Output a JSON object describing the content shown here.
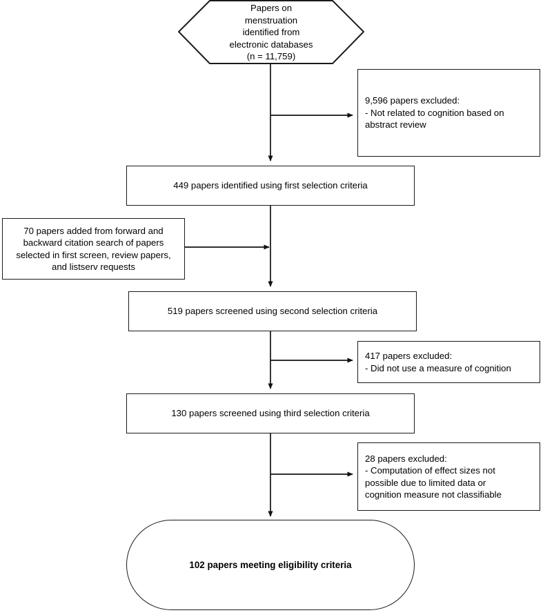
{
  "diagram": {
    "title": "PRISMA-style study selection flow diagram",
    "type": "flowchart",
    "stroke_color": "#1a1a1a",
    "background_color": "#ffffff"
  },
  "nodes": {
    "source": {
      "shape": "hexagon",
      "text": "Papers on\nmenstruation\nidentified from\nelectronic databases\n(n = 11,759)",
      "count": 11759
    },
    "excluded_1": {
      "shape": "rectangle",
      "text": "9,596 papers excluded:\n- Not related to cognition based on\nabstract review",
      "count": 9596
    },
    "screen_1": {
      "shape": "rectangle",
      "text": "449 papers identified using first selection criteria",
      "count": 449
    },
    "added": {
      "shape": "rectangle",
      "text": "70 papers added from forward and\nbackward citation search of papers\nselected in first screen, review papers,\nand listserv requests",
      "count": 70
    },
    "screen_2": {
      "shape": "rectangle",
      "text": "519 papers screened using second selection criteria",
      "count": 519
    },
    "excluded_2": {
      "shape": "rectangle",
      "text": "417 papers excluded:\n- Did not use a measure of cognition",
      "count": 417
    },
    "screen_3": {
      "shape": "rectangle",
      "text": "130 papers screened using third selection criteria",
      "count": 130
    },
    "excluded_3": {
      "shape": "rectangle",
      "text": "28 papers excluded:\n- Computation of effect sizes not\npossible due to limited data or\ncognition measure not classifiable",
      "count": 28
    },
    "result": {
      "shape": "rounded-rectangle",
      "text": "102 papers meeting eligibility criteria",
      "count": 102
    }
  }
}
